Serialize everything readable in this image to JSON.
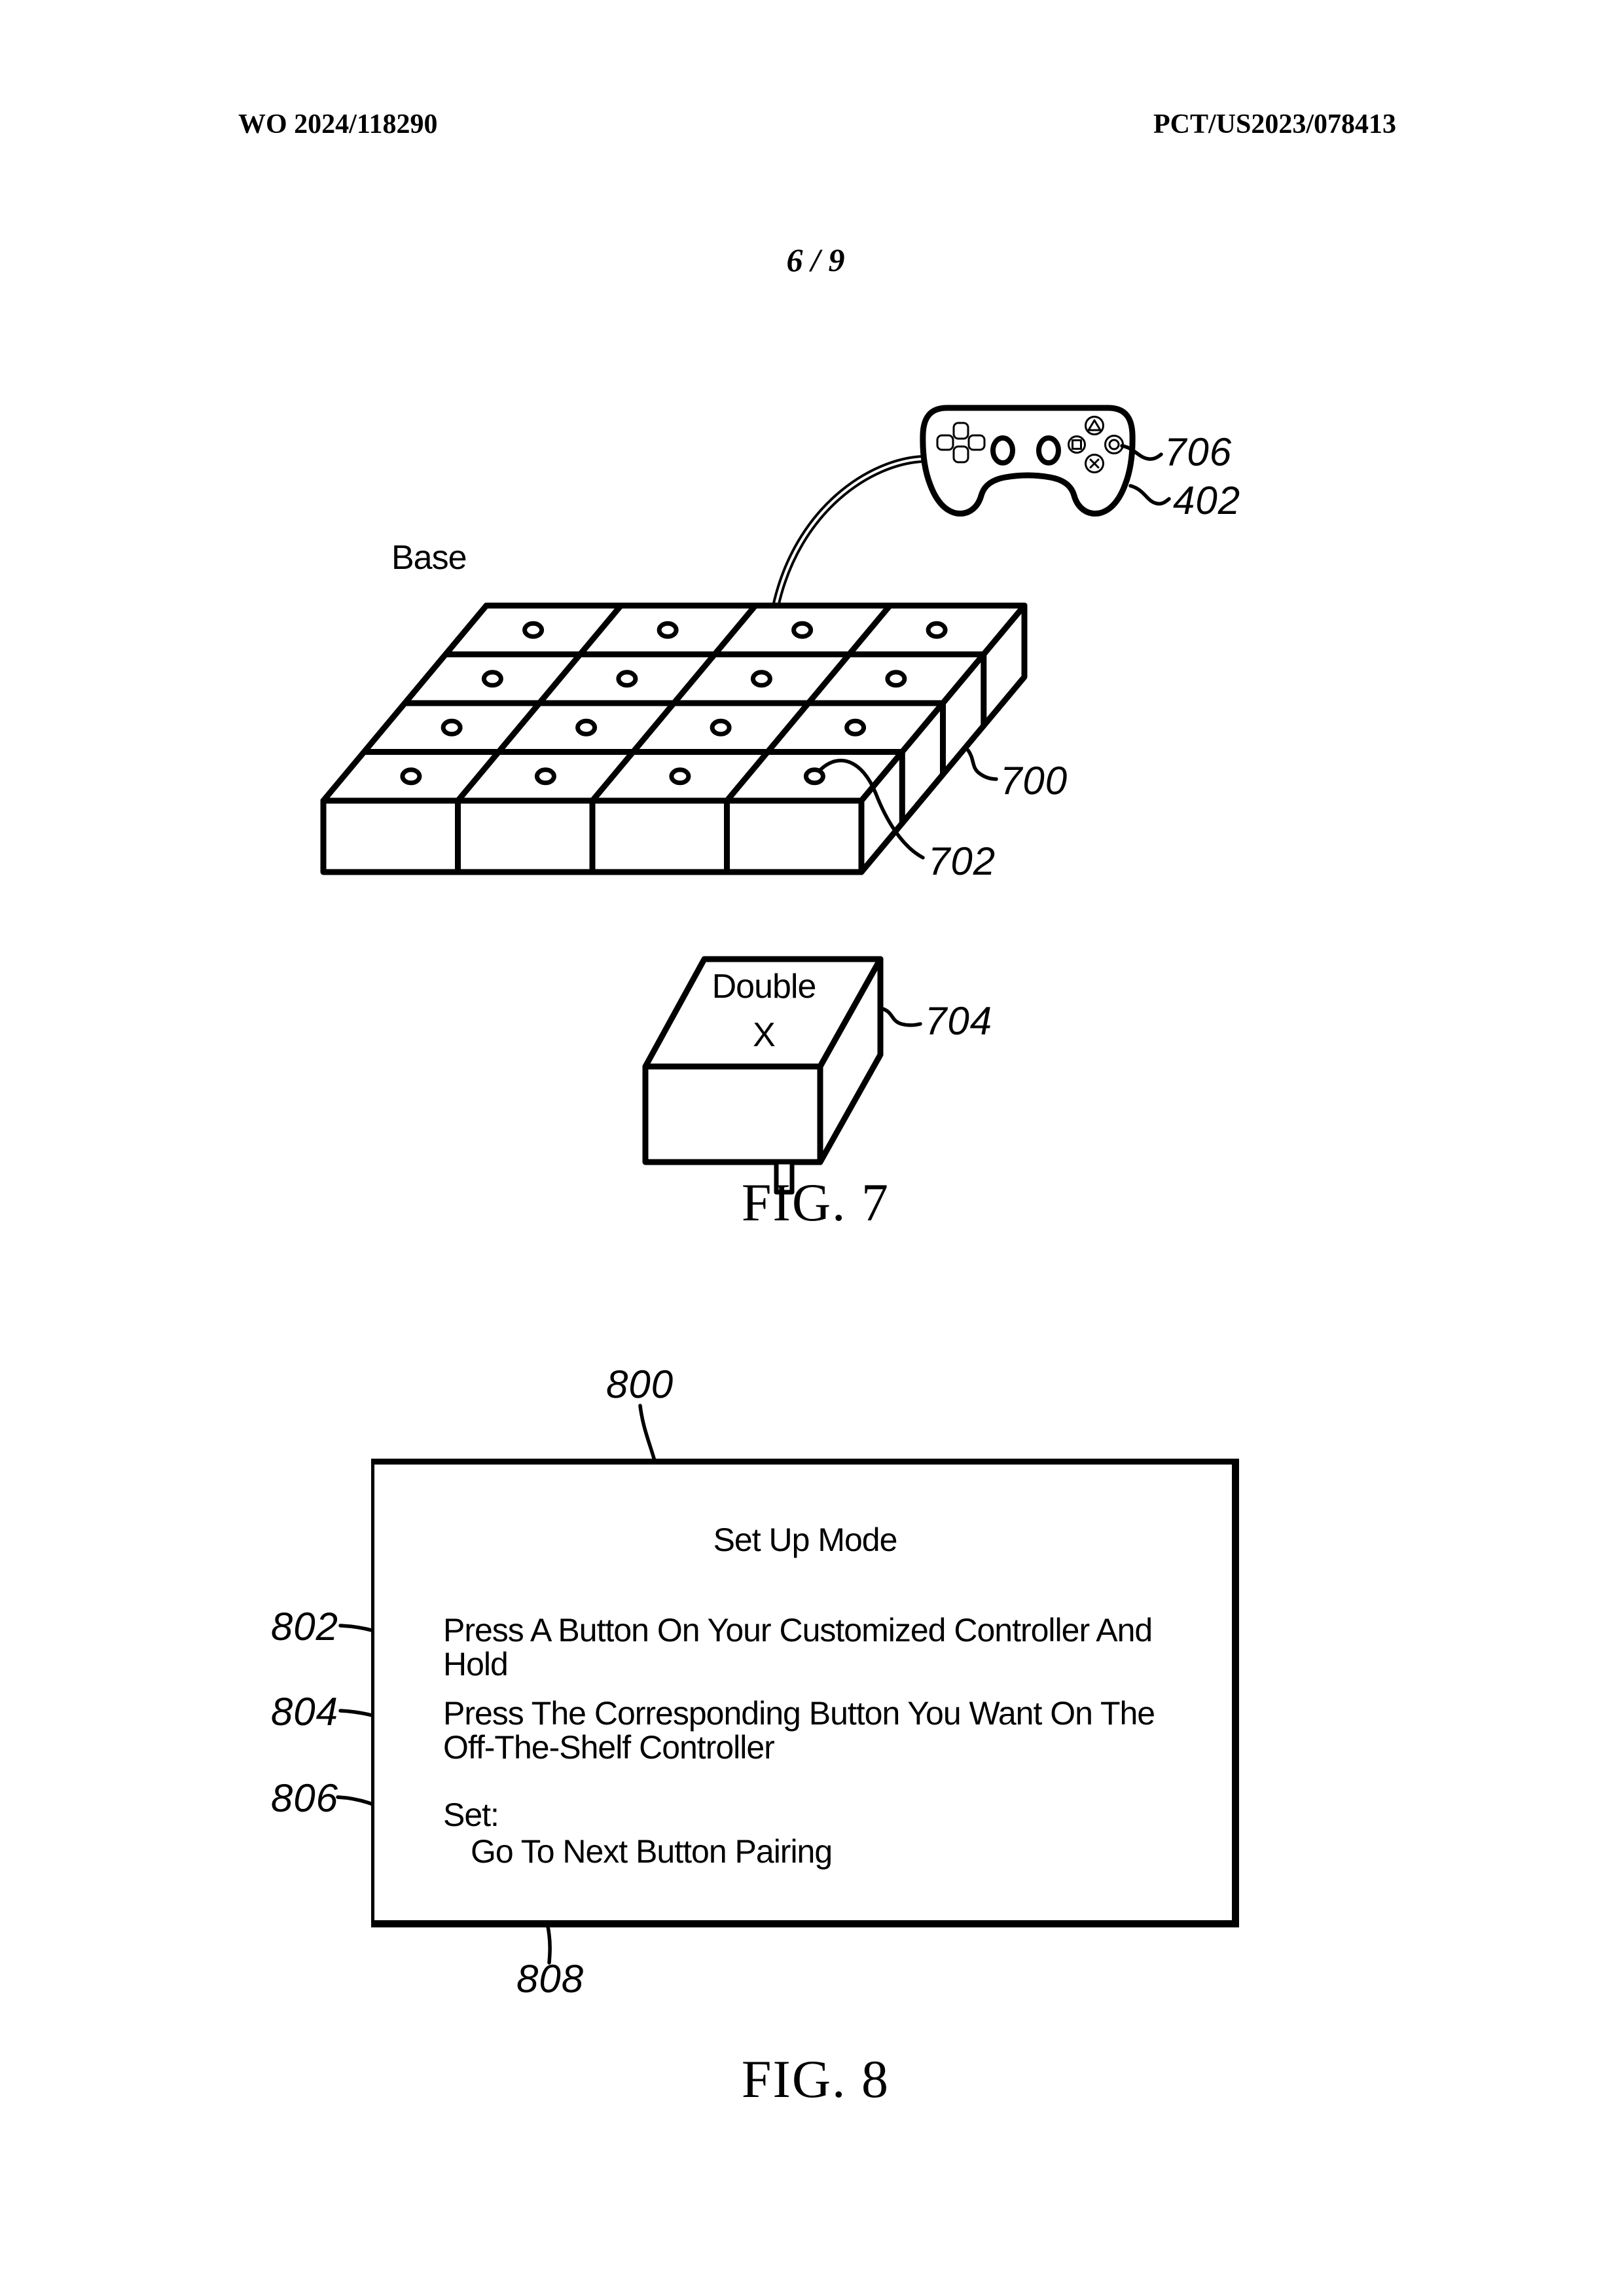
{
  "page": {
    "header_left": "WO 2024/118290",
    "header_right": "PCT/US2023/078413",
    "sheet_number": "6 / 9"
  },
  "colors": {
    "ink": "#000000",
    "paper": "#ffffff"
  },
  "fig7": {
    "caption": "FIG. 7",
    "base_label": "Base",
    "block_line1": "Double",
    "block_line2": "X",
    "ref_controller_button": "706",
    "ref_controller": "402",
    "ref_base": "700",
    "ref_base_cell": "702",
    "ref_block": "704"
  },
  "fig8": {
    "caption": "FIG. 8",
    "ref_screen": "800",
    "ref_instruction1": "802",
    "ref_instruction2": "804",
    "ref_set": "806",
    "ref_menu_item": "808",
    "screen": {
      "title": "Set Up Mode",
      "instruction1_line1": "Press A Button On Your Customized Controller And",
      "instruction1_line2": "Hold",
      "instruction2_line1": "Press The Corresponding Button You Want On The",
      "instruction2_line2": "Off-The-Shelf Controller",
      "set_label": "Set:",
      "menu_item": "Go To Next Button Pairing"
    }
  }
}
